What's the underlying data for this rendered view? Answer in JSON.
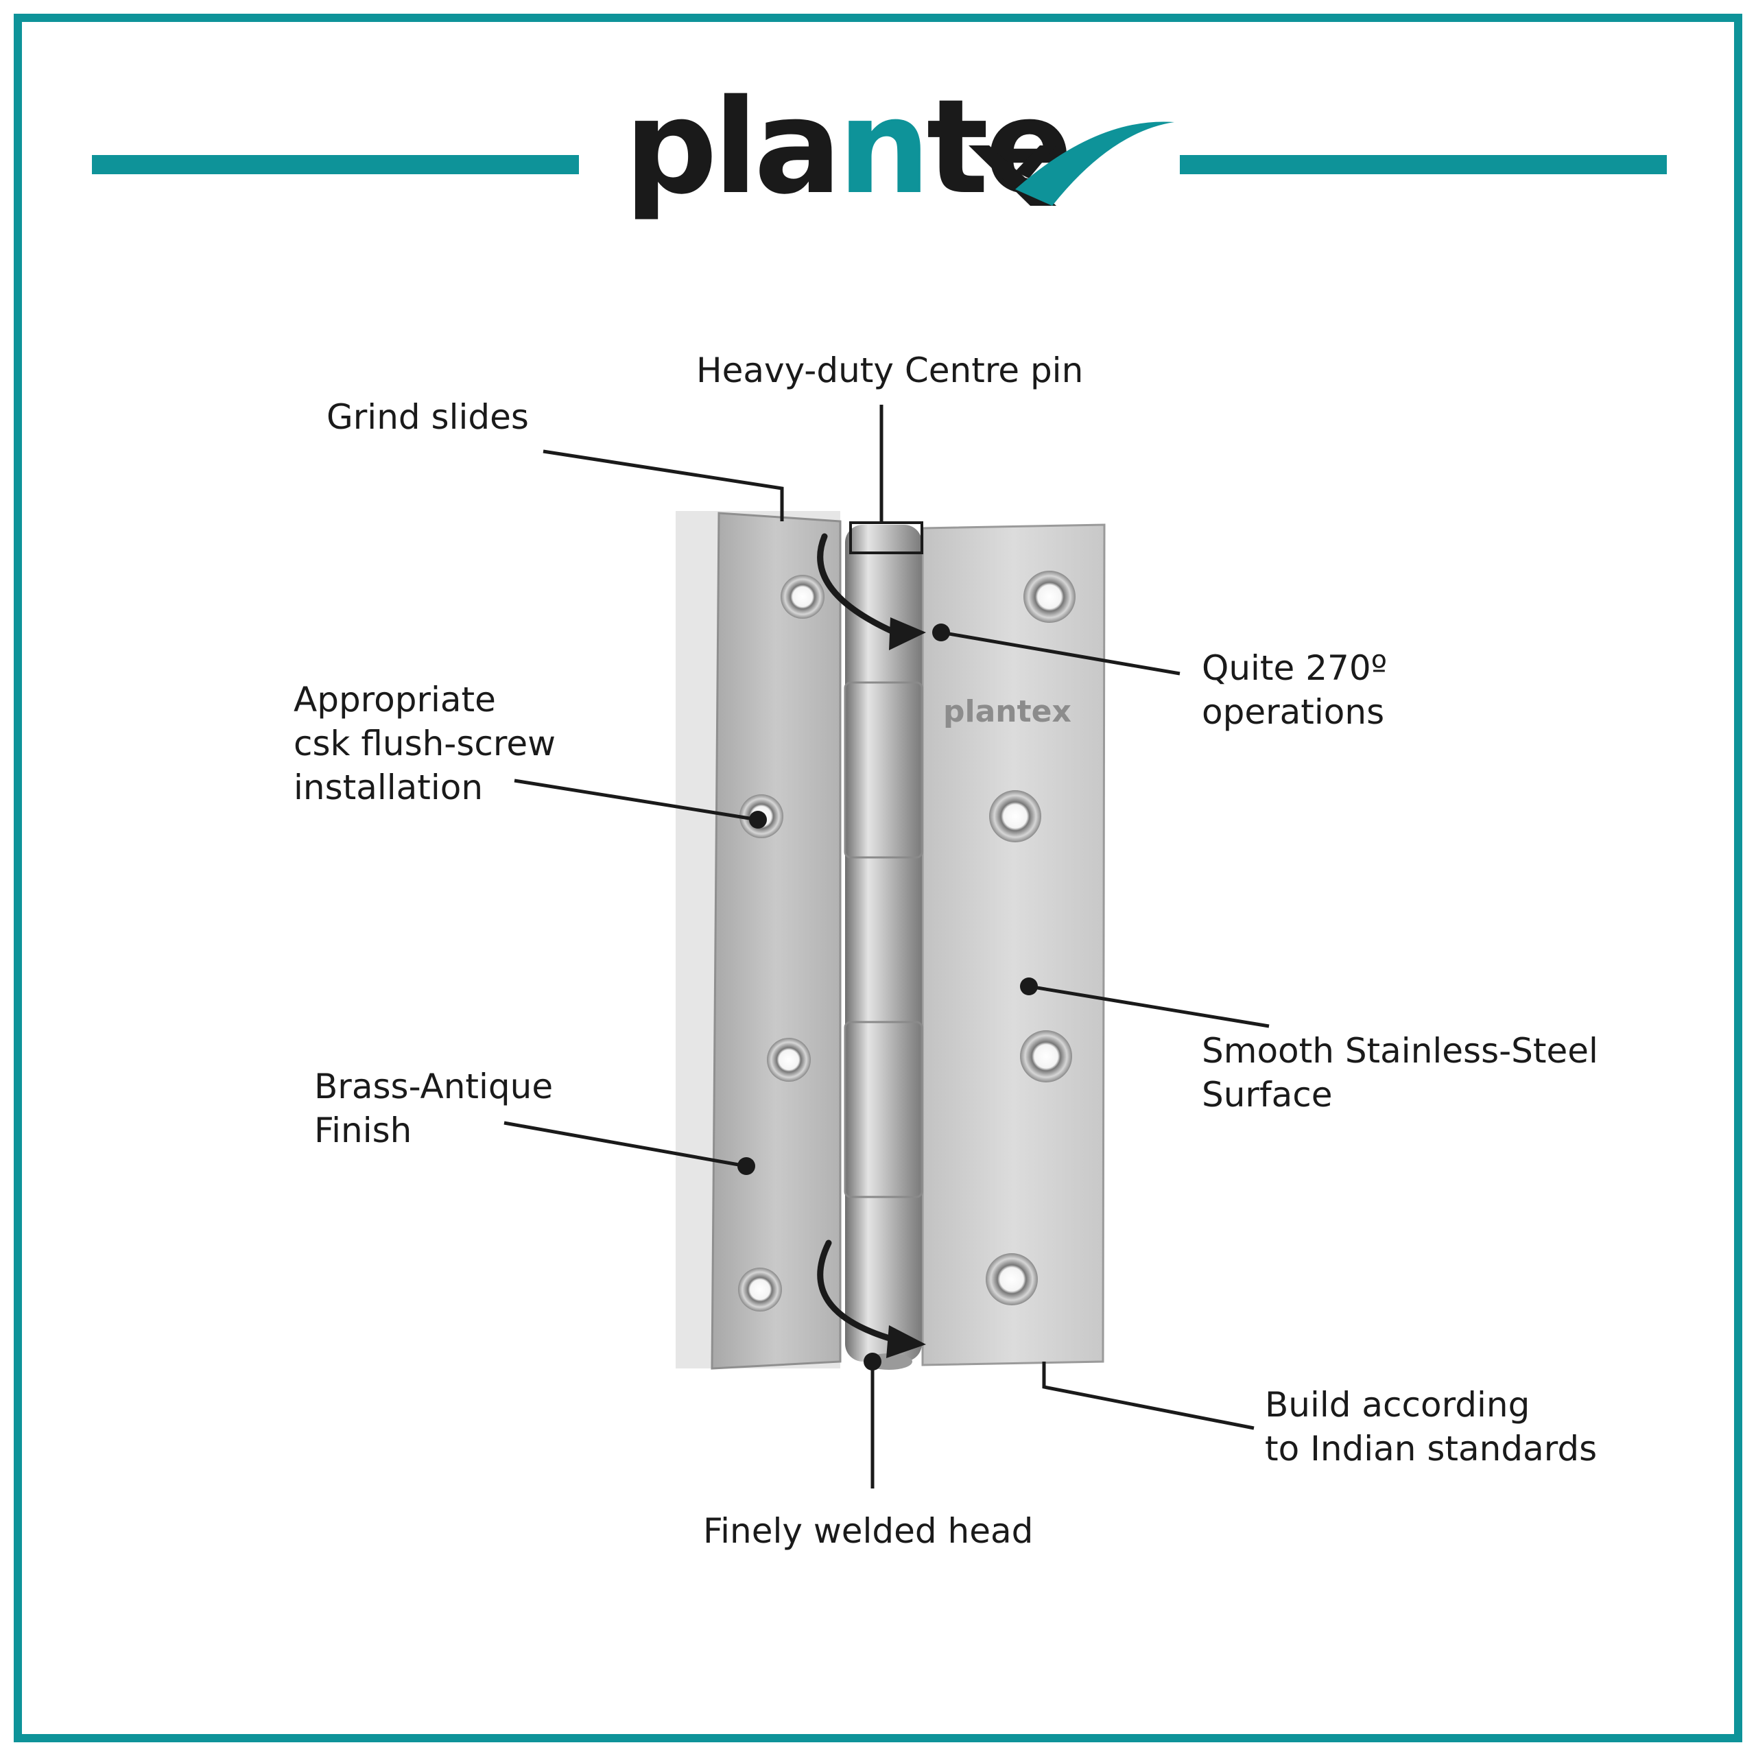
{
  "brand": {
    "logo_text": "plantex",
    "hinge_stamp": "plantex",
    "colors": {
      "teal": "#0e9399",
      "dark": "#1a1a1a"
    }
  },
  "callouts": {
    "grind_slides": "Grind slides",
    "centre_pin": "Heavy-duty Centre pin",
    "rotation": {
      "line1": "Quite 270º",
      "line2": "operations"
    },
    "screw": {
      "line1": "Appropriate",
      "line2": "csk flush-screw",
      "line3": "installation"
    },
    "surface": {
      "line1": "Smooth Stainless-Steel",
      "line2": "Surface"
    },
    "finish": {
      "line1": "Brass-Antique",
      "line2": "Finish"
    },
    "standards": {
      "line1": "Build according",
      "line2": "to Indian standards"
    },
    "welded_head": "Finely welded head"
  }
}
